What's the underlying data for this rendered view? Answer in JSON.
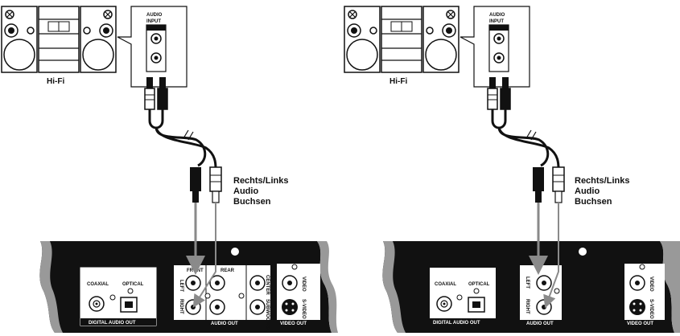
{
  "hifi_label": "Hi-Fi",
  "audio_input_label": [
    "AUDIO",
    "INPUT"
  ],
  "connector_label": "Rechts/Links",
  "connector_label_2": "Audio",
  "connector_label_3": "Buchsen",
  "panel_left": {
    "coaxial": "COAXIAL",
    "optical": "OPTICAL",
    "digital_audio_out": "DIGITAL AUDIO OUT",
    "front": "FRONT",
    "rear": "REAR",
    "audio_out": "AUDIO OUT",
    "video_out": "VIDEO OUT",
    "left": "LEFT",
    "right": "RIGHT",
    "center": "CENTER",
    "subwoofer": "SUBWOOFER",
    "video": "VIDEO",
    "s_video": "S-VIDEO"
  },
  "panel_right": {
    "coaxial": "COAXIAL",
    "optical": "OPTICAL",
    "digital_audio_out": "DIGITAL AUDIO OUT",
    "audio_out": "AUDIO OUT",
    "video_out": "VIDEO OUT",
    "left": "LEFT",
    "right": "RIGHT",
    "video": "VIDEO",
    "s_video": "S-VIDEO"
  }
}
